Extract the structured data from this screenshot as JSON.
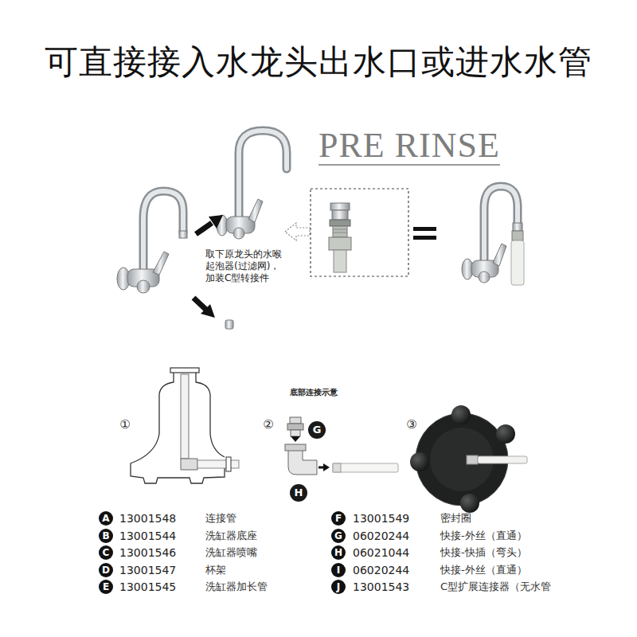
{
  "diagram": {
    "title": "可直接接入水龙头出水口或进水水管",
    "labels": [
      "PRE RINSE",
      "取下原龙头的水喉 起泡器(过滤网)， 加装C型转接件",
      "①",
      "②",
      "③",
      "底部连接示意",
      "G",
      "H",
      "A",
      "13001548",
      "连接管",
      "B",
      "13001544",
      "洗缸器底座",
      "C",
      "13001546",
      "洗缸器喷嘴",
      "D",
      "13001547",
      "杯架",
      "E",
      "13001545",
      "洗缸器加长管",
      "F",
      "13001549",
      "密封圈",
      "G",
      "06020244",
      "快接-外丝（直通）",
      "H",
      "06021044",
      "快接-快插（弯头）",
      "I",
      "06020244",
      "快接-外丝（直通）",
      "J",
      "13001543",
      "C型扩展连接器（无水管"
    ]
  }
}
